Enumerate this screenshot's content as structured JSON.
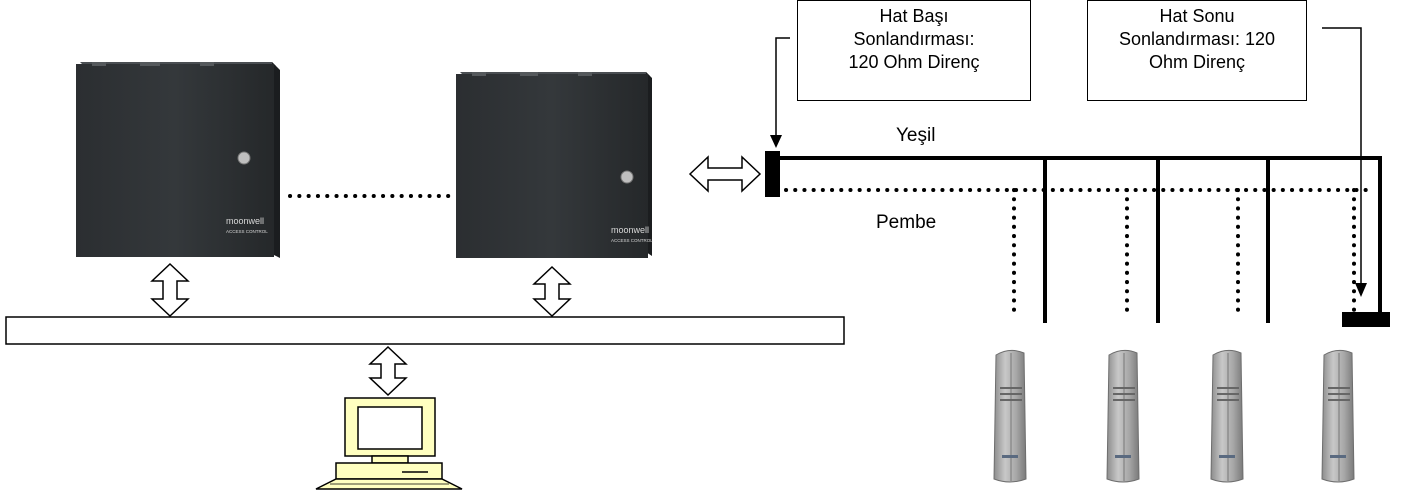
{
  "callouts": {
    "start": {
      "lines": [
        "Hat Başı",
        "Sonlandırması:",
        "120 Ohm Direnç"
      ]
    },
    "end": {
      "lines": [
        "Hat Sonu",
        "Sonlandırması: 120",
        "Ohm Direnç"
      ]
    }
  },
  "wires": {
    "green_label": "Yeşil",
    "pink_label": "Pembe"
  },
  "panels": [
    {
      "brand": "moonwell",
      "sub": "ACCESS CONTROL"
    },
    {
      "brand": "moonwell",
      "sub": "ACCESS CONTROL"
    }
  ],
  "reader_count": 4,
  "colors": {
    "panel": "#26292c",
    "computer": "#ffffc0",
    "reader": "#a9a9a9",
    "line": "#000000"
  }
}
